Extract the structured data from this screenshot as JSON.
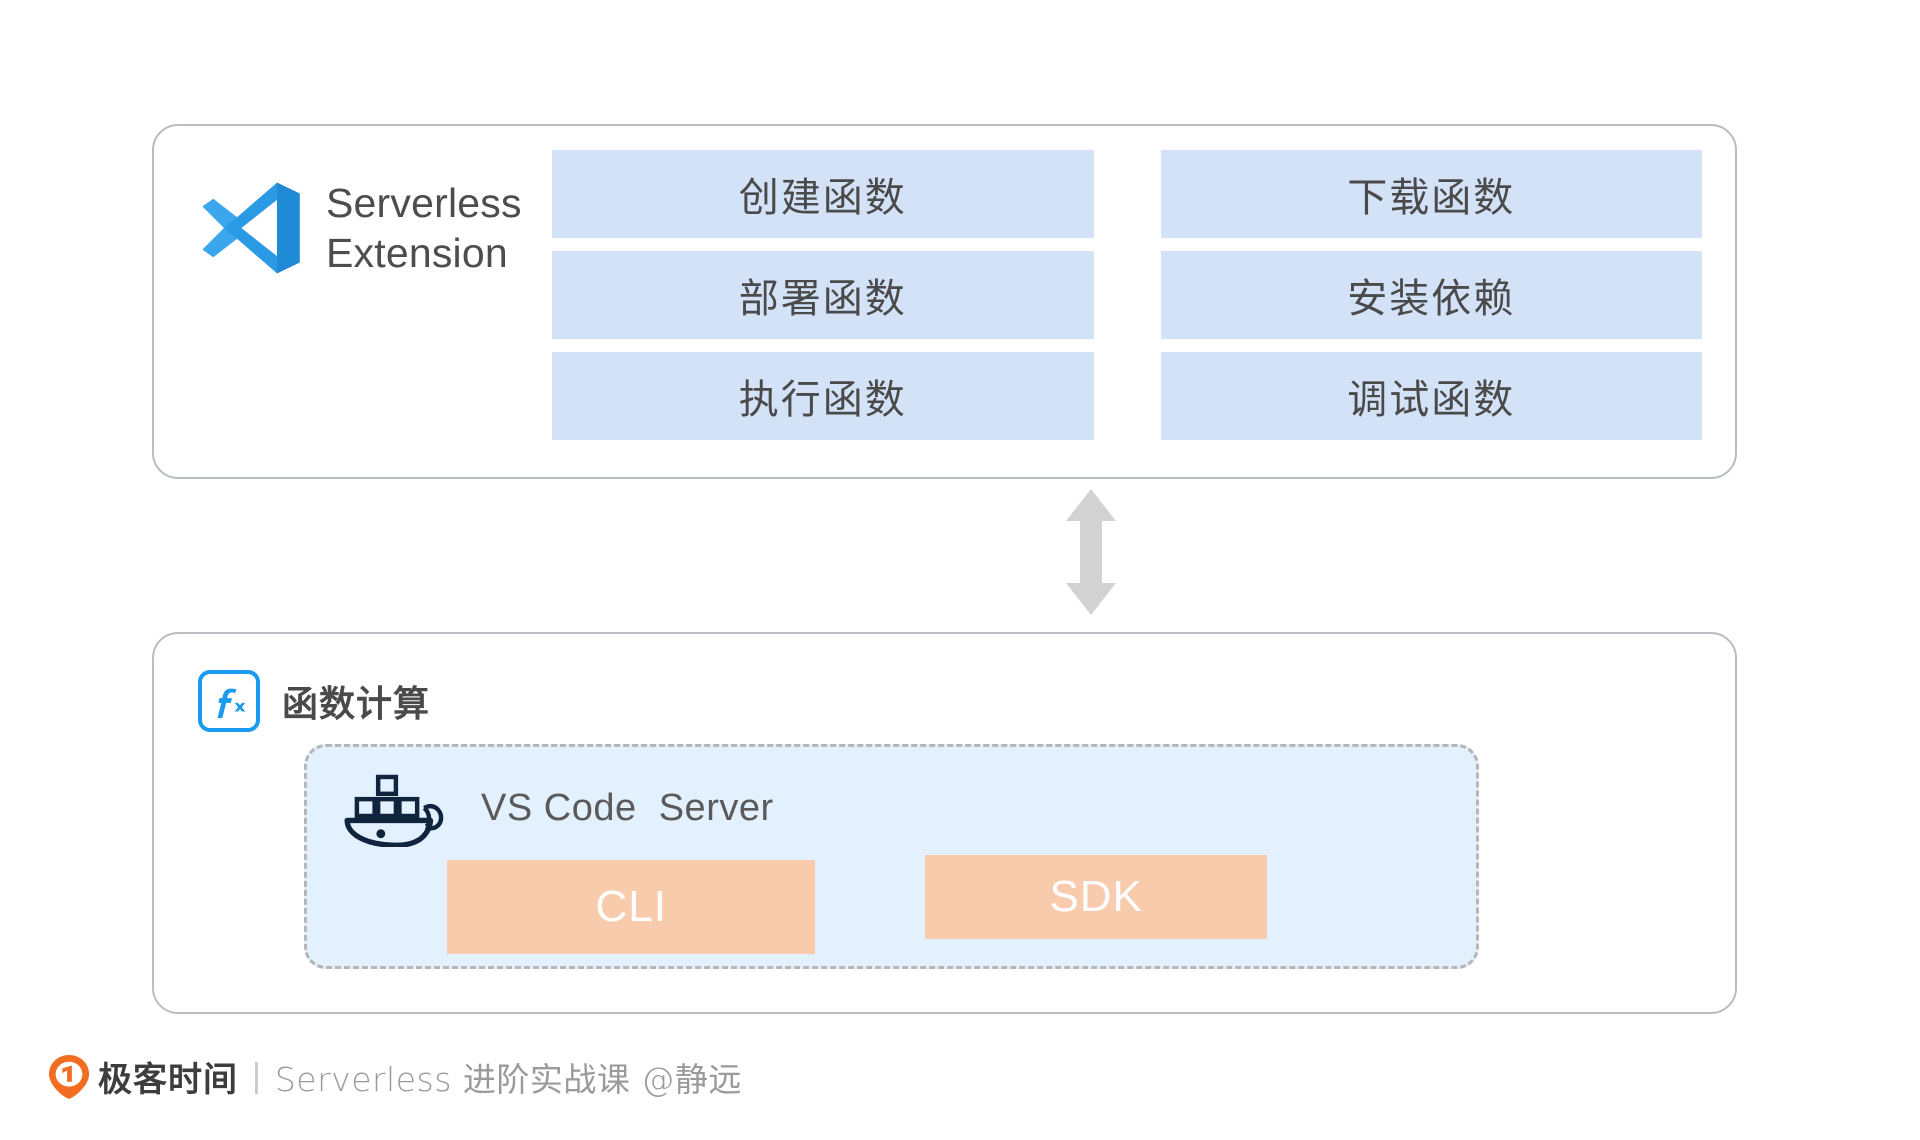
{
  "top_panel": {
    "brand": {
      "icon": "vscode-logo",
      "title": "Serverless\nExtension"
    },
    "buttons": [
      {
        "label": "创建函数",
        "name": "create-function"
      },
      {
        "label": "下载函数",
        "name": "download-function"
      },
      {
        "label": "部署函数",
        "name": "deploy-function"
      },
      {
        "label": "安装依赖",
        "name": "install-dependency"
      },
      {
        "label": "执行函数",
        "name": "invoke-function"
      },
      {
        "label": "调试函数",
        "name": "debug-function"
      }
    ]
  },
  "connector": {
    "icon": "double-arrow-vertical-icon",
    "color": "#d0d0d0"
  },
  "bottom_panel": {
    "header": {
      "icon": "fx-icon",
      "title": "函数计算"
    },
    "container": {
      "icon": "docker-whale-icon",
      "label": "VS Code  Server",
      "chips": [
        {
          "label": "CLI",
          "name": "cli-chip"
        },
        {
          "label": "SDK",
          "name": "sdk-chip"
        }
      ]
    }
  },
  "footer": {
    "logo": "geekbang-logo",
    "brand": "极客时间",
    "divider": "|",
    "subtitle": "Serverless 进阶实战课 @静远"
  },
  "colors": {
    "button_bg": "#d4e2f8",
    "chip_bg": "#f8cbad",
    "container_bg": "#e3f0fd",
    "panel_border": "#b9bcc0",
    "accent_blue": "#1b9bef",
    "docker_navy": "#10243e",
    "brand_orange": "#f26d21"
  }
}
